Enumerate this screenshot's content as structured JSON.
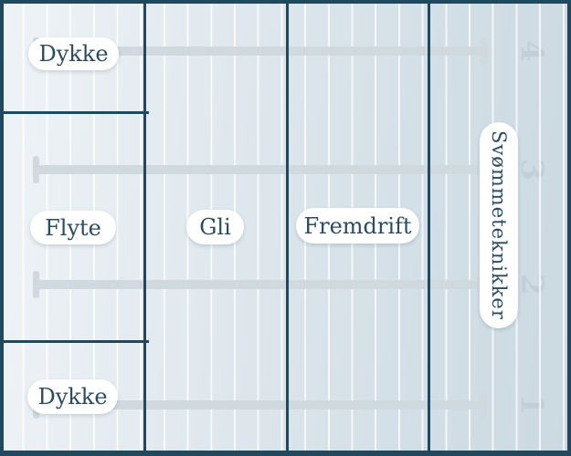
{
  "pool": {
    "side_label": "Svømmeteknikker",
    "rows": [
      {
        "label": "Dykke"
      },
      {
        "label": "Flyte"
      },
      {
        "label": "Dykke"
      }
    ],
    "columns": [
      {
        "label": "Gli"
      },
      {
        "label": "Fremdrift"
      }
    ],
    "lanes": [
      {
        "number": "4"
      },
      {
        "number": "3"
      },
      {
        "number": "2"
      },
      {
        "number": "1"
      }
    ],
    "colors": {
      "frame": "#20485f",
      "label_text": "#2b4b5f",
      "rope": "#cfd9de",
      "lane_number": "#c2cfd8",
      "lane_line": "#ffffff",
      "pill_background": "#ffffff",
      "background_left": "#eef3f6",
      "background_right": "#cbd9e1"
    }
  }
}
